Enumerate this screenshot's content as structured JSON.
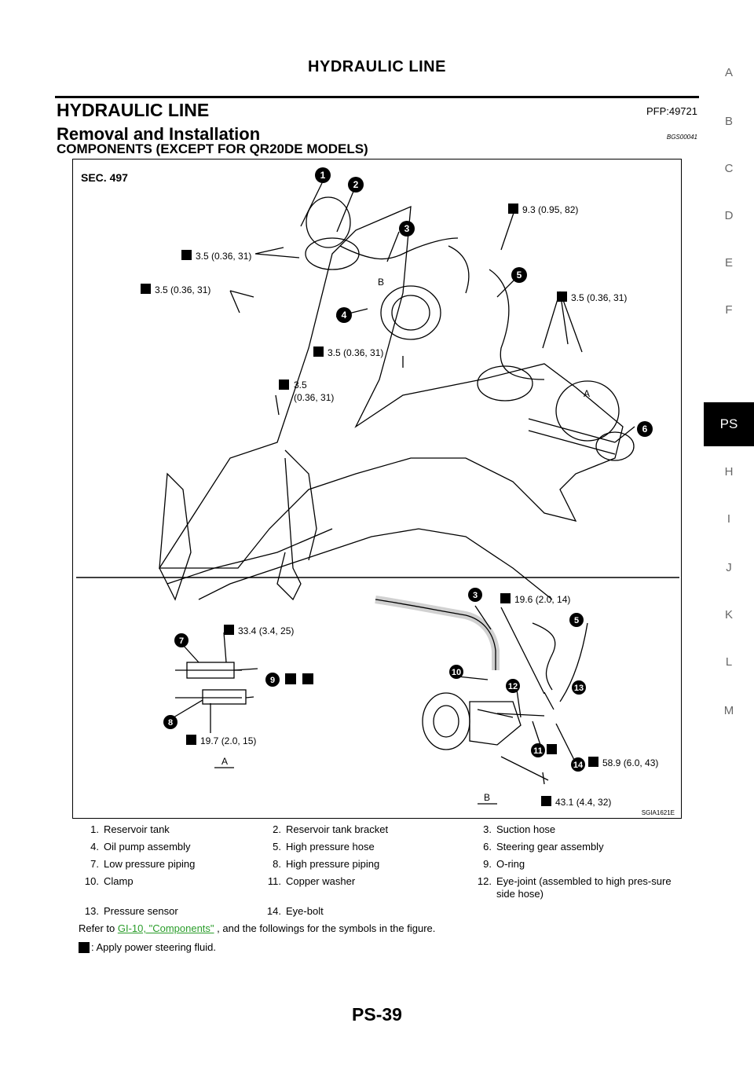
{
  "running_head": "HYDRAULIC LINE",
  "section_title": "HYDRAULIC LINE",
  "pfp_code": "PFP:49721",
  "subsection_title": "Removal and Installation",
  "bgs_code": "BGS00041",
  "components_title": "COMPONENTS (EXCEPT FOR QR20DE MODELS)",
  "side_index": [
    "A",
    "B",
    "C",
    "D",
    "E",
    "F",
    "PS",
    "H",
    "I",
    "J",
    "K",
    "L",
    "M"
  ],
  "active_tab": "PS",
  "figure": {
    "sec": "SEC. 497",
    "fig_code": "SGIA1621E",
    "upper_callouts": [
      "1",
      "2",
      "3",
      "4",
      "5",
      "6"
    ],
    "lower_callouts": [
      "3",
      "5",
      "7",
      "8",
      "9",
      "10",
      "11",
      "12",
      "13",
      "14"
    ],
    "torque_upper": [
      "9.3 (0.95, 82)",
      "3.5 (0.36, 31)",
      "3.5 (0.36, 31)",
      "3.5 (0.36, 31)",
      "3.5 (0.36, 31)",
      "3.5",
      "(0.36, 31)"
    ],
    "torque_lower": [
      "19.6 (2.0, 14)",
      "33.4 (3.4, 25)",
      "19.7 (2.0, 15)",
      "58.9 (6.0, 43)",
      "43.1 (4.4, 32)"
    ],
    "letters": [
      "A",
      "B"
    ],
    "view_labels": [
      "A",
      "B"
    ]
  },
  "legend": [
    [
      {
        "num": "1.",
        "text": "Reservoir tank"
      },
      {
        "num": "2.",
        "text": "Reservoir tank bracket"
      },
      {
        "num": "3.",
        "text": "Suction hose"
      }
    ],
    [
      {
        "num": "4.",
        "text": "Oil pump assembly"
      },
      {
        "num": "5.",
        "text": "High pressure hose"
      },
      {
        "num": "6.",
        "text": "Steering gear assembly"
      }
    ],
    [
      {
        "num": "7.",
        "text": "Low pressure piping"
      },
      {
        "num": "8.",
        "text": "High pressure piping"
      },
      {
        "num": "9.",
        "text": "O-ring"
      }
    ],
    [
      {
        "num": "10.",
        "text": "Clamp"
      },
      {
        "num": "11.",
        "text": "Copper washer"
      },
      {
        "num": "12.",
        "text": "Eye-joint (assembled to high pres-sure side hose)"
      }
    ],
    [
      {
        "num": "13.",
        "text": "Pressure sensor"
      },
      {
        "num": "14.",
        "text": "Eye-bolt"
      },
      {
        "num": "",
        "text": ""
      }
    ]
  ],
  "refer": {
    "before": "Refer to ",
    "link": "GI-10, \"Components\"",
    "after": " , and the followings for the symbols in the figure."
  },
  "apply_note": ": Apply power steering fluid.",
  "page_number": "PS-39"
}
